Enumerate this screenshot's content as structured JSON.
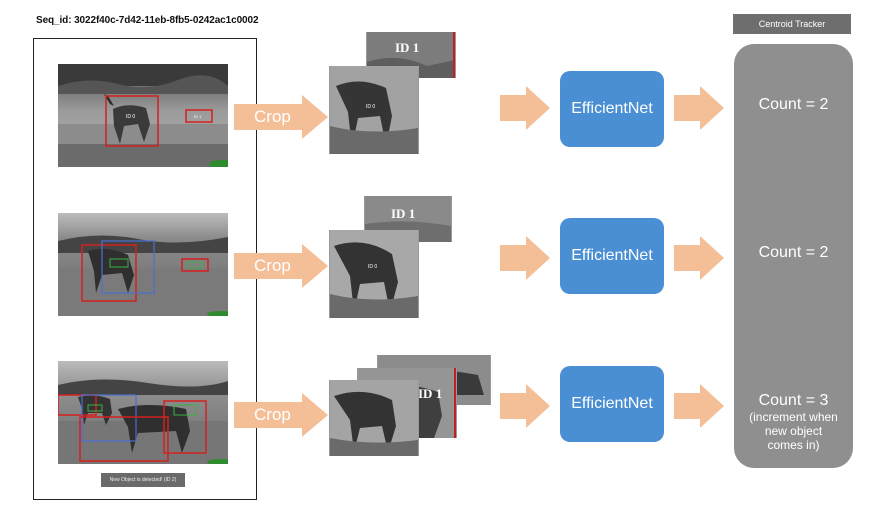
{
  "seq_label": "Seq_id: 3022f40c-7d42-11eb-8fb5-0242ac1c0002",
  "tracker_title": "Centroid Tracker",
  "crop_label": "Crop",
  "network_label": "EfficientNet",
  "new_object_note": "New Object is detected! (ID 2)",
  "crop_id_text": "ID 1",
  "rows": [
    {
      "count": "Count = 2",
      "note": []
    },
    {
      "count": "Count = 2",
      "note": []
    },
    {
      "count": "Count = 3",
      "note": [
        "(increment when",
        "new object",
        "comes in)"
      ]
    }
  ],
  "colors": {
    "arrow": "#f4bf97",
    "network": "#4a8fd3",
    "tracker": "#8f8f8f",
    "box_red": "#d42020",
    "box_blue": "#4a6fd0"
  }
}
